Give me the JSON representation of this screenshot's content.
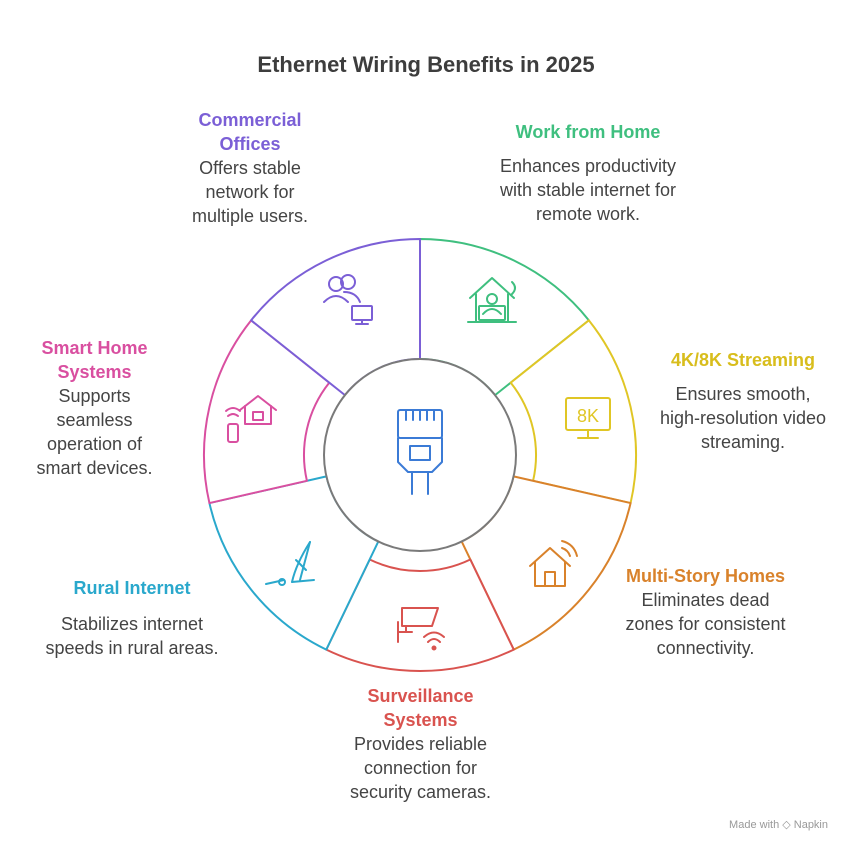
{
  "title": "Ethernet Wiring Benefits in 2025",
  "center_icon": "ethernet-plug-icon",
  "segments": [
    {
      "id": "work-from-home",
      "label": "Work from Home",
      "description": "Enhances productivity with stable internet for remote work.",
      "color": "#3fbf7f",
      "icon": "home-office-icon"
    },
    {
      "id": "4k-8k-streaming",
      "label": "4K/8K Streaming",
      "description": "Ensures smooth, high-resolution video streaming.",
      "color": "#e0c625",
      "icon": "tv-8k-icon"
    },
    {
      "id": "multi-story-homes",
      "label": "Multi-Story Homes",
      "description": "Eliminates dead zones for consistent connectivity.",
      "color": "#d9822b",
      "icon": "house-wifi-icon"
    },
    {
      "id": "surveillance-systems",
      "label": "Surveillance Systems",
      "description": "Provides reliable connection for security cameras.",
      "color": "#d9534f",
      "icon": "security-camera-icon"
    },
    {
      "id": "rural-internet",
      "label": "Rural Internet",
      "description": "Stabilizes internet speeds in rural areas.",
      "color": "#2aa8cc",
      "icon": "satellite-dish-icon"
    },
    {
      "id": "smart-home-systems",
      "label": "Smart Home Systems",
      "description": "Supports seamless operation of smart devices.",
      "color": "#d94fa0",
      "icon": "smart-home-icon"
    },
    {
      "id": "commercial-offices",
      "label": "Commercial Offices",
      "description": "Offers stable network for multiple users.",
      "color": "#7b5fd6",
      "icon": "users-computer-icon"
    }
  ],
  "credit": "Made with ◇ Napkin"
}
